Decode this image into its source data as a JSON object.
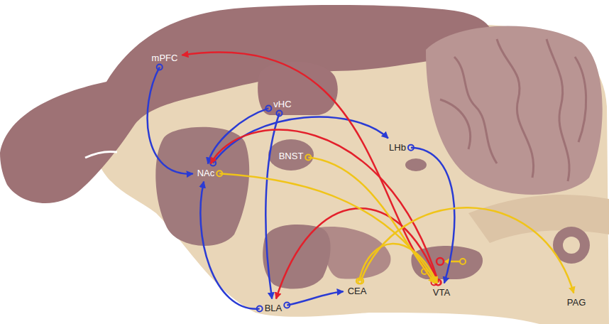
{
  "diagram": {
    "nodes": [
      {
        "text": [
          "mPFC"
        ]
      },
      {
        "text": [
          "vHC"
        ]
      },
      {
        "text": [
          "NAc"
        ]
      },
      {
        "text": [
          "BNST"
        ]
      },
      {
        "text": [
          "LHb"
        ]
      },
      {
        "text": [
          "BLA"
        ]
      },
      {
        "text": [
          "CEA"
        ]
      },
      {
        "text": [
          "VTA"
        ]
      },
      {
        "text": [
          "PAG"
        ]
      }
    ],
    "edges": [
      {
        "from": 0,
        "to": 2,
        "arrow": "to"
      },
      {
        "from": 1,
        "to": 2,
        "arrow": "to"
      },
      {
        "from": 1,
        "to": 5,
        "arrow": "to"
      },
      {
        "from": 2,
        "to": 4,
        "arrow": "to"
      },
      {
        "from": 4,
        "to": 7,
        "arrow": "to"
      },
      {
        "from": 5,
        "to": 2,
        "arrow": "to"
      },
      {
        "from": 5,
        "to": 6,
        "arrow": "to"
      },
      {
        "from": 7,
        "to": 0,
        "arrow": "to"
      },
      {
        "from": 7,
        "to": 2,
        "arrow": "to"
      },
      {
        "from": 7,
        "to": 5,
        "arrow": "to"
      },
      {
        "from": 3,
        "to": 7,
        "arrow": "to"
      },
      {
        "from": 2,
        "to": 7,
        "arrow": "to"
      },
      {
        "from": 6,
        "to": 7,
        "arrow": "to"
      },
      {
        "from": 6,
        "to": 8,
        "arrow": "to"
      }
    ]
  }
}
